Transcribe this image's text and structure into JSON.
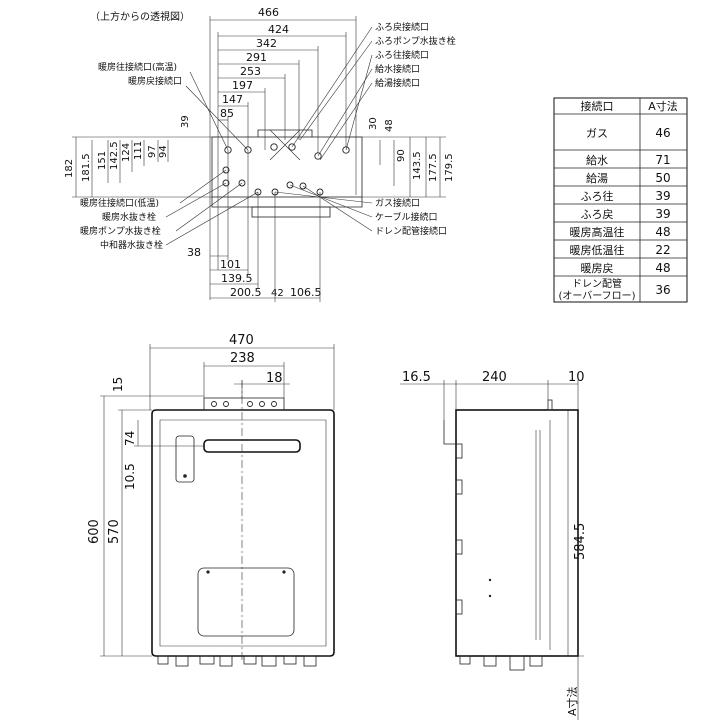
{
  "top_view": {
    "title": "（上方からの透視図）",
    "dims_top": [
      "466",
      "424",
      "342",
      "291",
      "253",
      "197",
      "147",
      "85"
    ],
    "dim_small_39": "39",
    "dims_right_small": [
      "30",
      "48"
    ],
    "dims_left_vertical": [
      "182",
      "181.5",
      "151",
      "142.5",
      "124",
      "111",
      "97",
      "94"
    ],
    "dims_right_vertical": [
      "90",
      "143.5",
      "177.5",
      "179.5"
    ],
    "dims_bottom": [
      "38",
      "101",
      "139.5",
      "200.5",
      "42",
      "106.5"
    ],
    "labels_left": [
      "暖房往接続口(高温)",
      "暖房戻接続口",
      "暖房往接続口(低温)",
      "暖房水抜き栓",
      "暖房ポンプ水抜き栓",
      "中和器水抜き栓"
    ],
    "labels_right": [
      "ふろ戻接続口",
      "ふろポンプ水抜き栓",
      "ふろ往接続口",
      "給水接続口",
      "給湯接続口",
      "ガス接続口",
      "ケーブル接続口",
      "ドレン配管接続口"
    ]
  },
  "a_table": {
    "header": [
      "接続口",
      "A寸法"
    ],
    "rows": [
      [
        "ガス",
        "46"
      ],
      [
        "給水",
        "71"
      ],
      [
        "給湯",
        "50"
      ],
      [
        "ふろ往",
        "39"
      ],
      [
        "ふろ戻",
        "39"
      ],
      [
        "暖房高温往",
        "48"
      ],
      [
        "暖房低温往",
        "22"
      ],
      [
        "暖房戻",
        "48"
      ],
      [
        "ドレン配管\n(オーバーフロー)",
        "36"
      ]
    ]
  },
  "front_view": {
    "dims": [
      "470",
      "238",
      "18",
      "15",
      "74",
      "10.5",
      "600",
      "570"
    ]
  },
  "side_view": {
    "dims": [
      "16.5",
      "240",
      "10",
      "584.5",
      "A寸法"
    ]
  }
}
